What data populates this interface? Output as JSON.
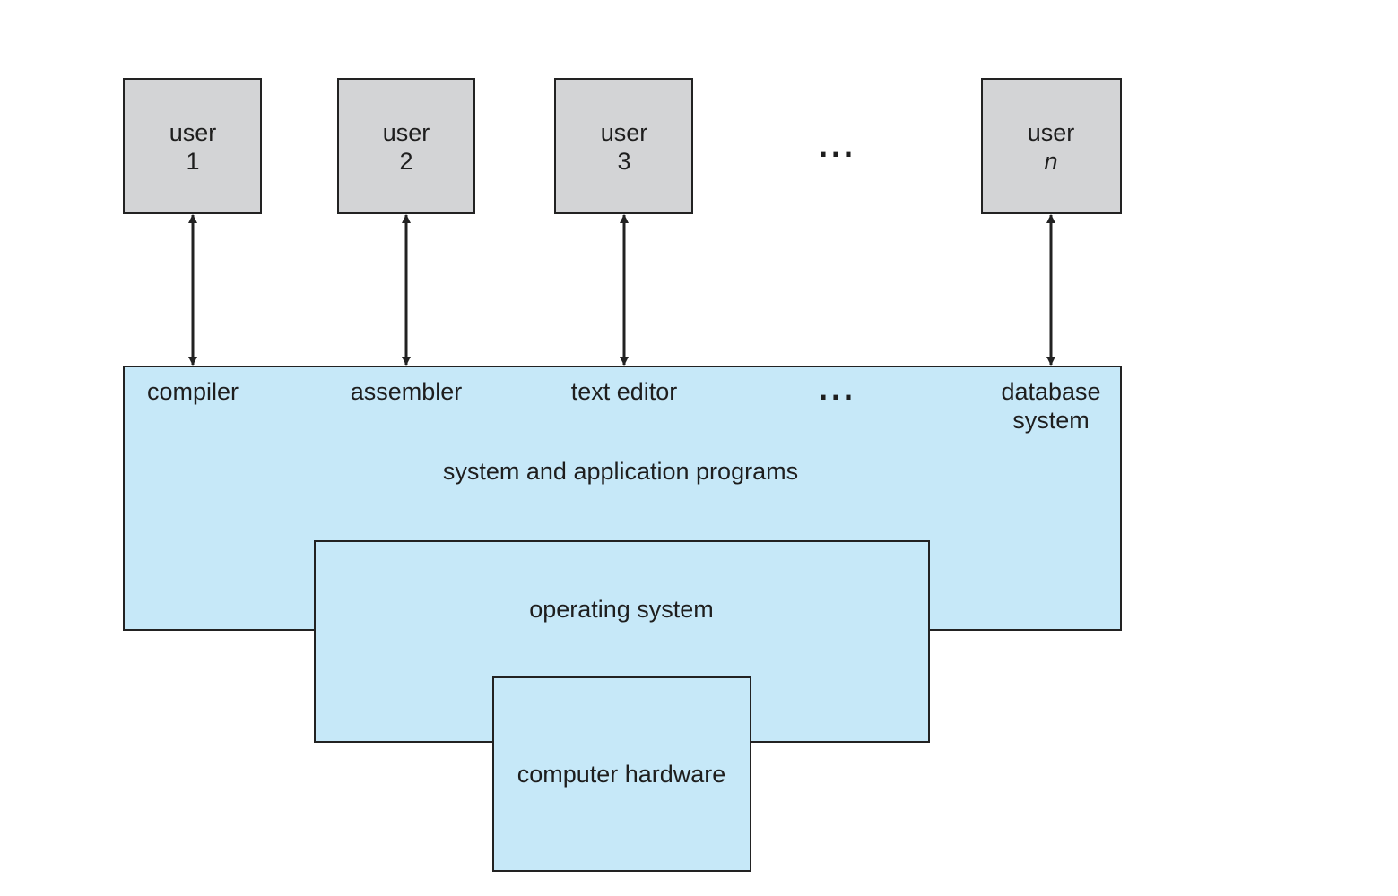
{
  "users": [
    {
      "line1": "user",
      "line2": "1"
    },
    {
      "line1": "user",
      "line2": "2"
    },
    {
      "line1": "user",
      "line2": "3"
    },
    {
      "line1": "user",
      "line2": "n"
    }
  ],
  "users_ellipsis": "...",
  "programs": [
    {
      "line1": "compiler"
    },
    {
      "line1": "assembler"
    },
    {
      "line1": "text editor"
    },
    {
      "line1": "database",
      "line2": "system"
    }
  ],
  "programs_ellipsis": "...",
  "layers": {
    "applications": "system and application programs",
    "os": "operating system",
    "hardware": "computer hardware"
  },
  "colors": {
    "user_box": "#d3d4d6",
    "layer_fill": "#c6e8f8",
    "stroke": "#222222"
  }
}
